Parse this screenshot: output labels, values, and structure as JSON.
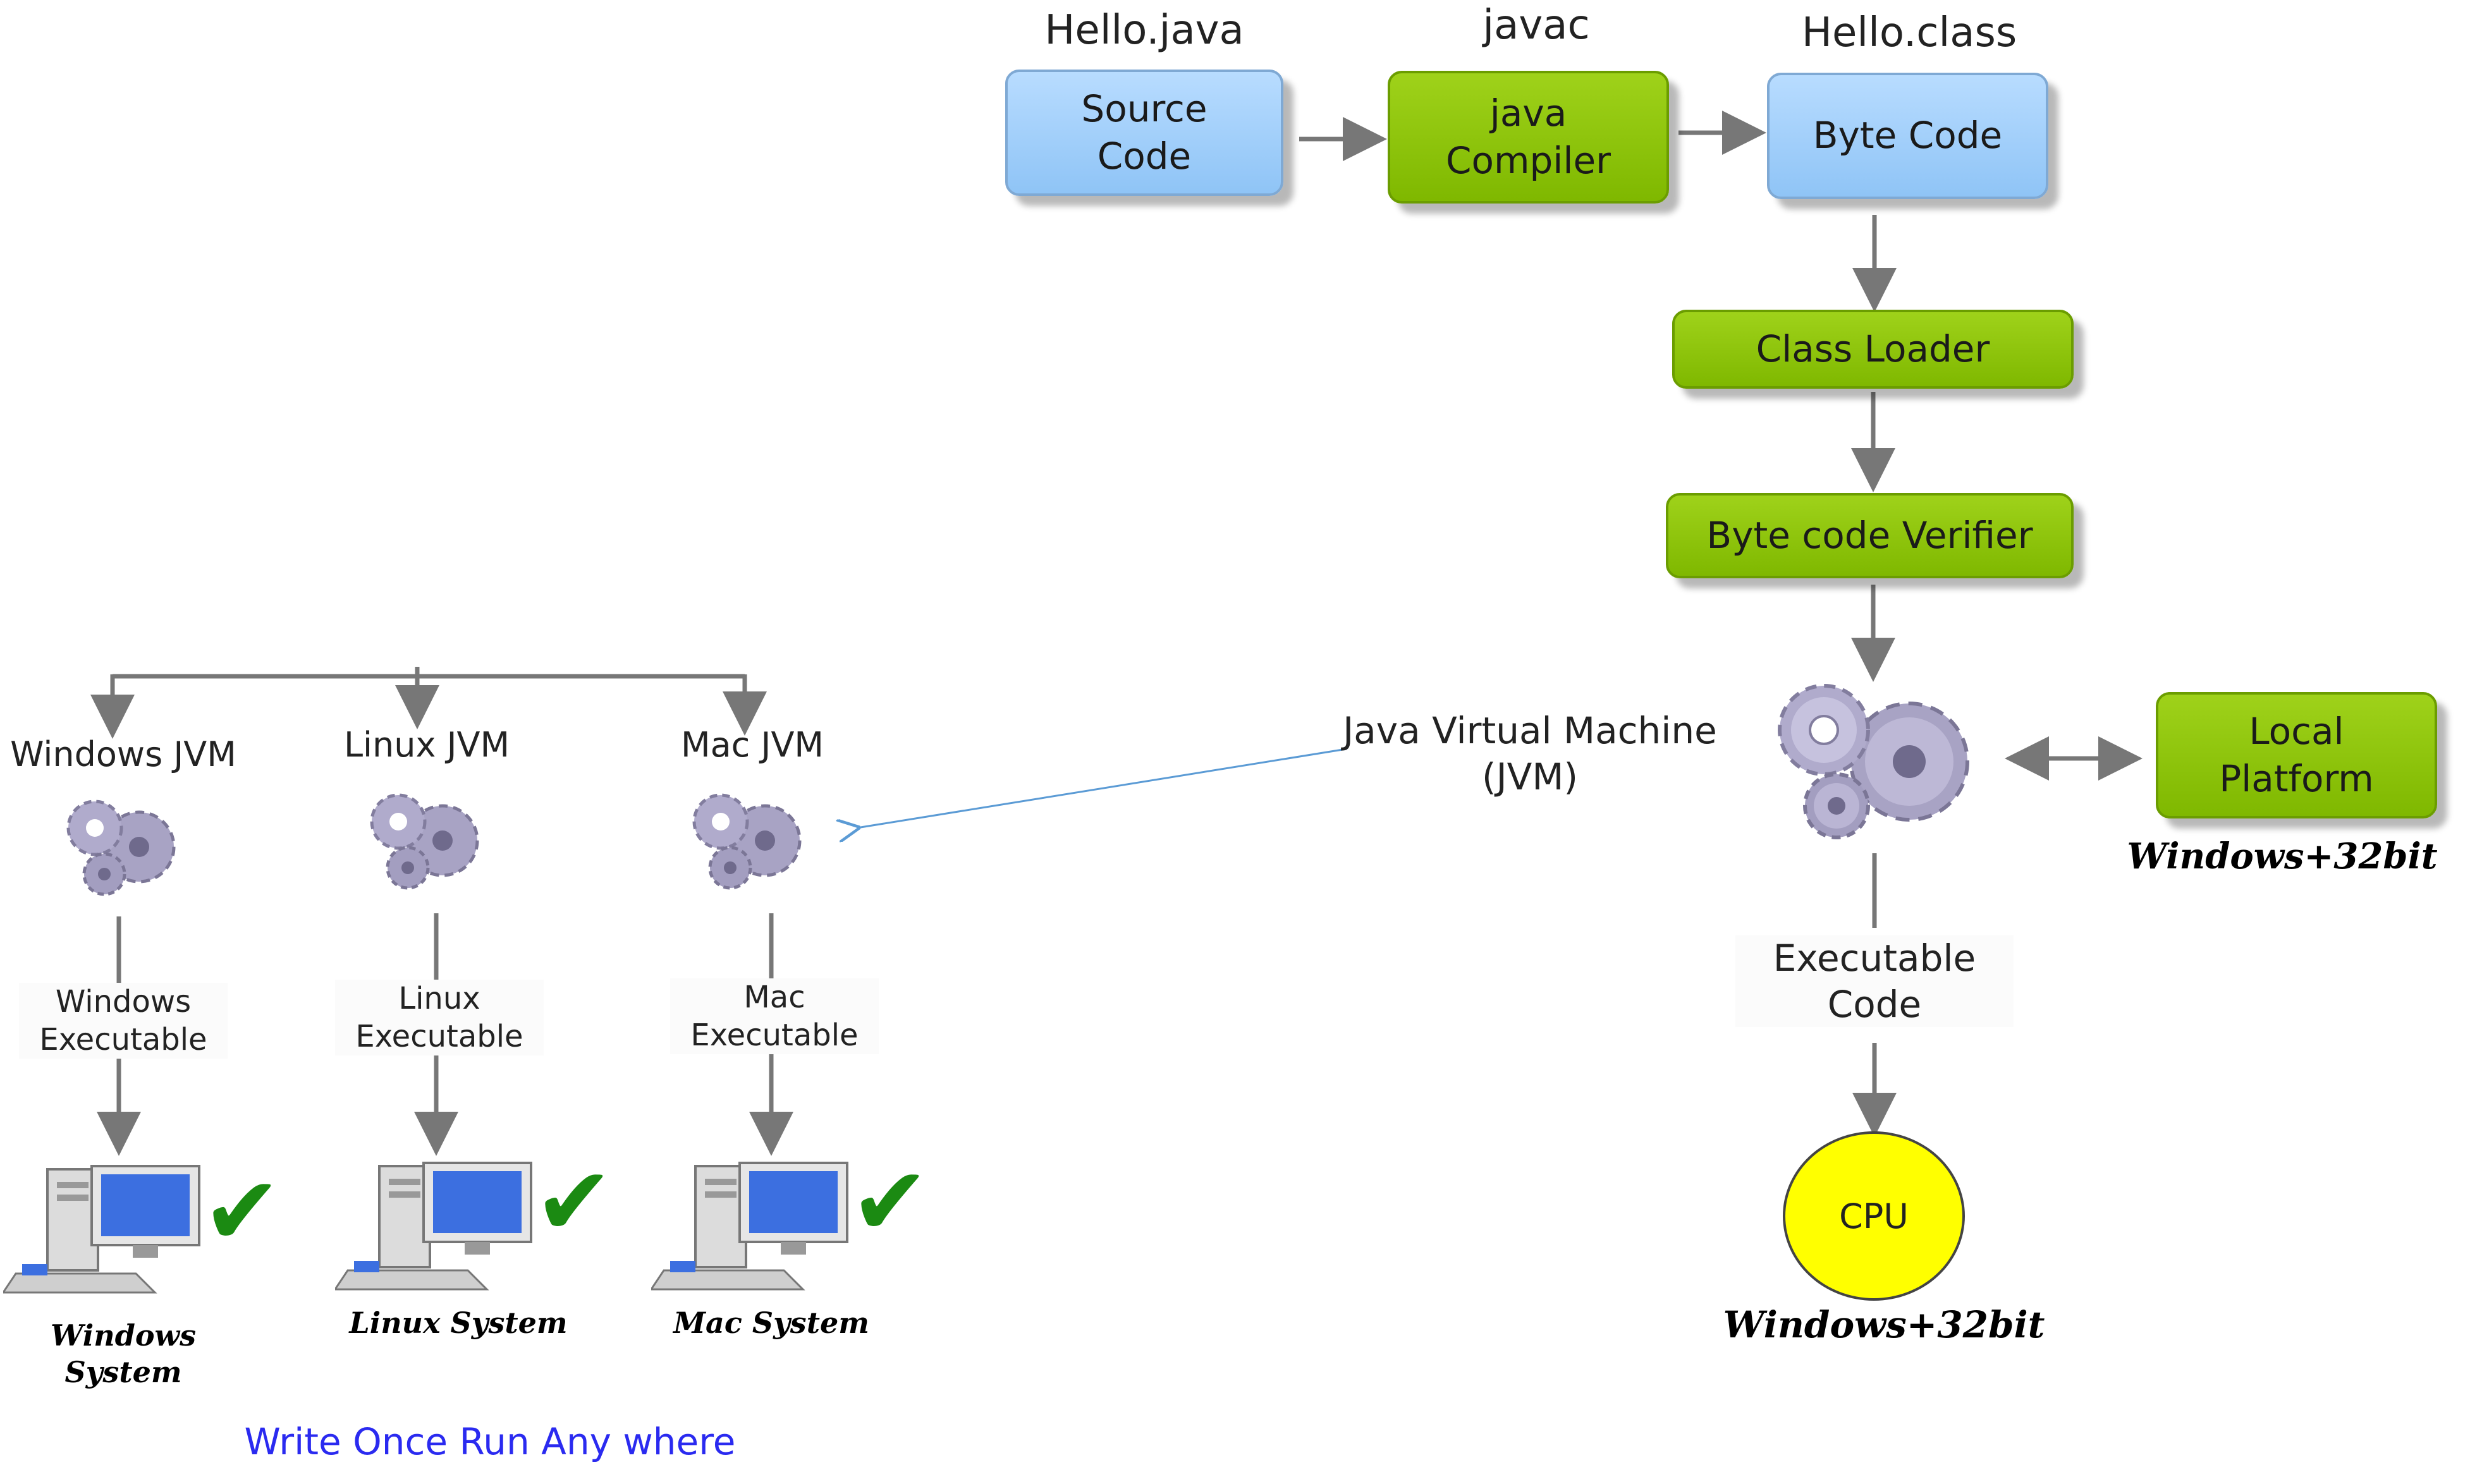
{
  "source": {
    "file": "Hello.java",
    "label": "Source\nCode"
  },
  "compiler": {
    "file": "javac",
    "label": "java\nCompiler"
  },
  "bytecode": {
    "file": "Hello.class",
    "label": "Byte Code"
  },
  "class_loader": {
    "label": "Class Loader"
  },
  "verifier": {
    "label": "Byte code Verifier"
  },
  "jvm": {
    "label": "Java Virtual Machine\n(JVM)"
  },
  "local_platform": {
    "label": "Local\nPlatform",
    "caption": "Windows+32bit"
  },
  "executable": {
    "label": "Executable\nCode"
  },
  "cpu": {
    "label": "CPU",
    "caption": "Windows+32bit"
  },
  "platforms": [
    {
      "jvm": "Windows JVM",
      "exec": "Windows\nExecutable",
      "system": "Windows System"
    },
    {
      "jvm": "Linux JVM",
      "exec": "Linux\nExecutable",
      "system": "Linux System"
    },
    {
      "jvm": "Mac JVM",
      "exec": "Mac\nExecutable",
      "system": "Mac System"
    }
  ],
  "slogan": "Write Once Run Any where",
  "colors": {
    "blue_box": "#9ecbf7",
    "green_box": "#8cc50c",
    "cpu": "#ffff00",
    "slogan": "#2a2af0",
    "check": "#1b8a12"
  }
}
